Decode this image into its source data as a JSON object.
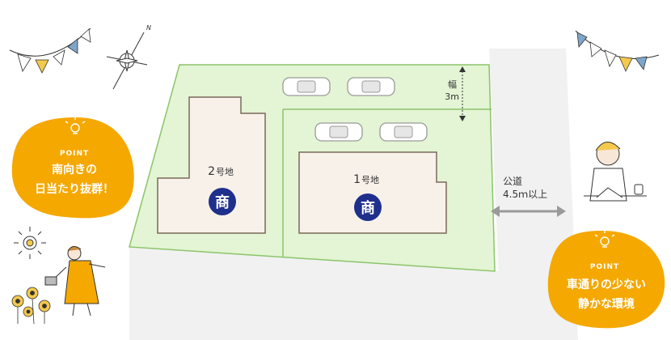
{
  "lots": {
    "lot2": {
      "number": "2",
      "suffix": "号地",
      "badge": "商"
    },
    "lot1": {
      "number": "1",
      "suffix": "号地",
      "badge": "商"
    }
  },
  "driveway": {
    "width_label_1": "幅",
    "width_label_2": "3m"
  },
  "road": {
    "label_1": "公道",
    "label_2": "4.5ｍ以上"
  },
  "points": {
    "left": {
      "tag": "POINT",
      "line_1": "南向きの",
      "line_2": "日当たり抜群！"
    },
    "right": {
      "tag": "POINT",
      "line_1": "車通りの少ない",
      "line_2": "静かな環境"
    }
  },
  "compass": {
    "north": "N"
  },
  "colors": {
    "lot_green": "#e3f5d4",
    "lot_border": "#8cc46a",
    "building": "#f8f1ea",
    "building_border": "#7a6a5a",
    "badge_navy": "#1f2f8c",
    "bubble_orange": "#f5a800",
    "road_gray": "#f1f1f1",
    "arrow_gray": "#9a9a9a"
  }
}
